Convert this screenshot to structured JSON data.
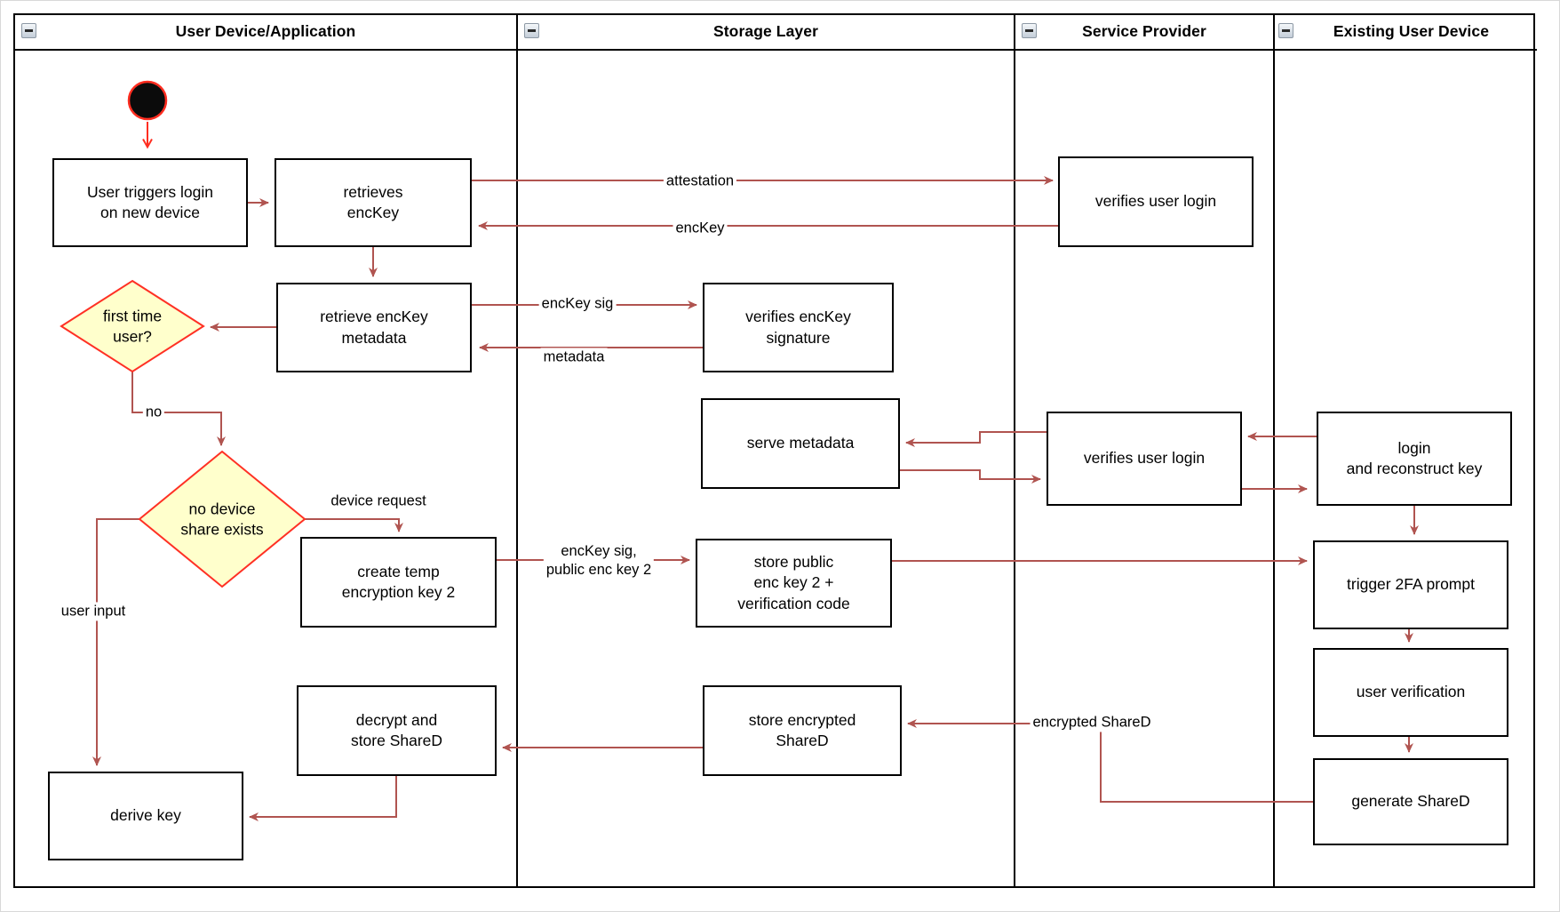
{
  "lanes": [
    {
      "title": "User Device/Application"
    },
    {
      "title": "Storage Layer"
    },
    {
      "title": "Service Provider"
    },
    {
      "title": "Existing User Device"
    }
  ],
  "nodes": {
    "user_triggers_login": {
      "label": "User triggers login\non new device"
    },
    "retrieves_enckey": {
      "label": "retrieves\nencKey"
    },
    "retrieve_enckey_metadata": {
      "label": "retrieve encKey\nmetadata"
    },
    "verifies_user_login_1": {
      "label": "verifies user login"
    },
    "verifies_enckey_signature": {
      "label": "verifies encKey\nsignature"
    },
    "serve_metadata": {
      "label": "serve metadata"
    },
    "verifies_user_login_2": {
      "label": "verifies user login"
    },
    "login_and_reconstruct_key": {
      "label": "login\nand reconstruct key"
    },
    "create_temp_encryption_key_2": {
      "label": "create temp\nencryption key 2"
    },
    "store_public_enc_key_2": {
      "label": "store public\nenc key 2 +\nverification code"
    },
    "trigger_2fa_prompt": {
      "label": "trigger 2FA prompt"
    },
    "user_verification": {
      "label": "user verification"
    },
    "generate_shared": {
      "label": "generate ShareD"
    },
    "decrypt_and_store_shared": {
      "label": "decrypt and\nstore ShareD"
    },
    "store_encrypted_shared": {
      "label": "store encrypted\nShareD"
    },
    "derive_key": {
      "label": "derive key"
    }
  },
  "decisions": {
    "first_time_user": {
      "label": "first time\nuser?"
    },
    "no_device_share_exists": {
      "label": "no device\nshare exists"
    }
  },
  "edge_labels": {
    "attestation": "attestation",
    "enckey": "encKey",
    "enckey_sig": "encKey sig",
    "metadata": "metadata",
    "no": "no",
    "device_request": "device request",
    "enckey_sig_public": "encKey sig,\npublic enc key 2",
    "user_input": "user input",
    "encrypted_shared": "encrypted ShareD"
  },
  "colors": {
    "edge": "#B05450",
    "highlight": "#FF2D20",
    "decision_fill": "#FFFFCC",
    "node_border": "#000000"
  }
}
